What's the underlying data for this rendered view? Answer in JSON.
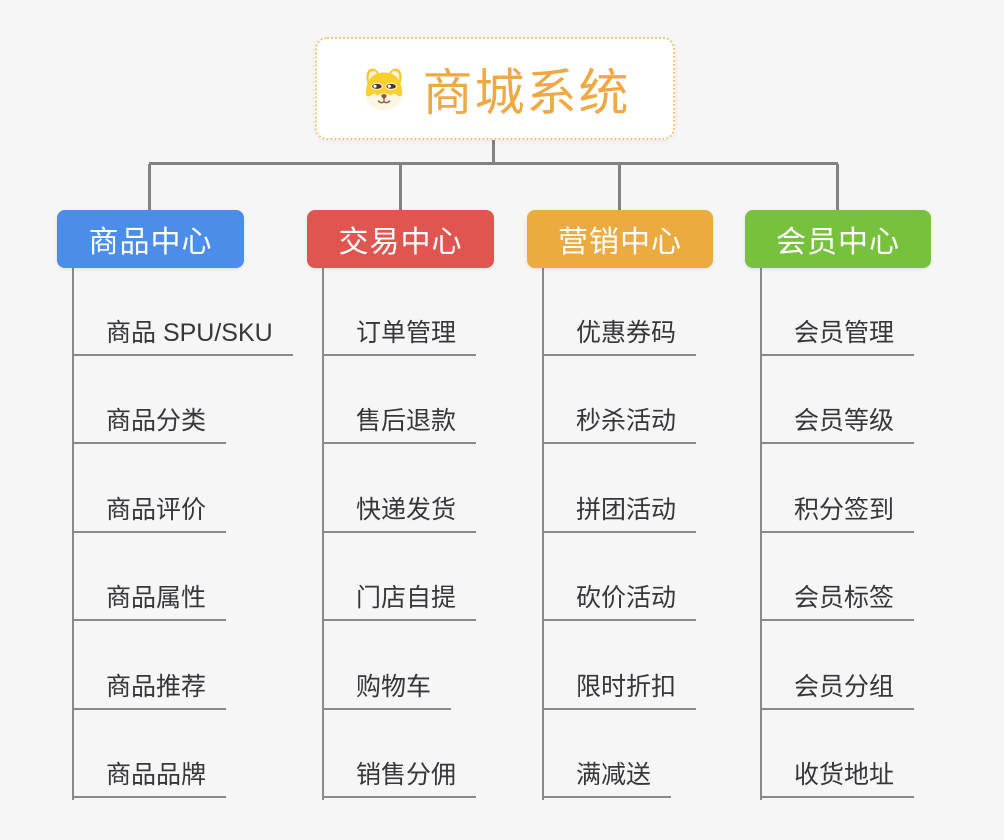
{
  "root": {
    "label": "商城系统",
    "icon": "dog-face-icon",
    "text_color": "#F0A843",
    "border_color": "#F3C57E",
    "background": "#FFFFFF"
  },
  "branches": [
    {
      "label": "商品中心",
      "color": "#4B8DE8",
      "items": [
        "商品 SPU/SKU",
        "商品分类",
        "商品评价",
        "商品属性",
        "商品推荐",
        "商品品牌"
      ]
    },
    {
      "label": "交易中心",
      "color": "#E15551",
      "items": [
        "订单管理",
        "售后退款",
        "快递发货",
        "门店自提",
        "购物车",
        "销售分佣"
      ]
    },
    {
      "label": "营销中心",
      "color": "#ECAB40",
      "items": [
        "优惠券码",
        "秒杀活动",
        "拼团活动",
        "砍价活动",
        "限时折扣",
        "满减送"
      ]
    },
    {
      "label": "会员中心",
      "color": "#77C13F",
      "items": [
        "会员管理",
        "会员等级",
        "积分签到",
        "会员标签",
        "会员分组",
        "收货地址"
      ]
    }
  ],
  "connector_color": "#828282",
  "background_color": "#F6F6F6",
  "leaf_text_color": "#35373B"
}
